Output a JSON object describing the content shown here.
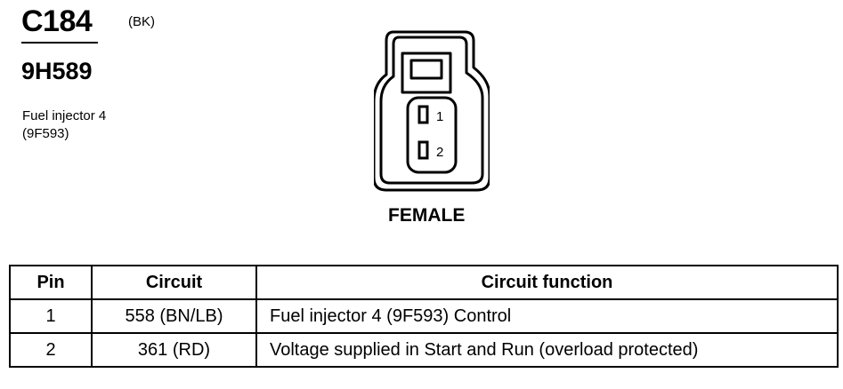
{
  "header": {
    "connector_id": "C184",
    "color_code": "(BK)",
    "part_number": "9H589",
    "component_line1": "Fuel injector 4",
    "component_line2": "(9F593)"
  },
  "connector": {
    "gender": "FEMALE",
    "pin_labels": [
      "1",
      "2"
    ]
  },
  "table": {
    "headers": [
      "Pin",
      "Circuit",
      "Circuit function"
    ],
    "rows": [
      {
        "pin": "1",
        "circuit": "558 (BN/LB)",
        "function": "Fuel injector 4 (9F593) Control"
      },
      {
        "pin": "2",
        "circuit": "361 (RD)",
        "function": "Voltage supplied in Start and Run (overload protected)"
      }
    ]
  }
}
